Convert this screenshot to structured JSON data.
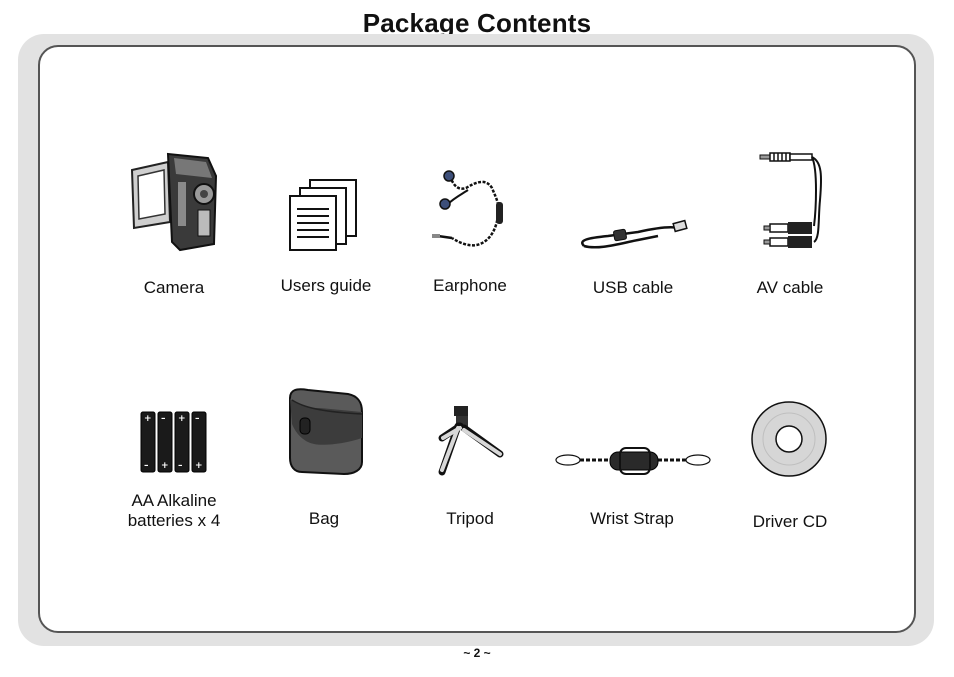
{
  "header": {
    "title": "Package Contents"
  },
  "items": [
    {
      "label": "Camera",
      "icon": "camera-icon"
    },
    {
      "label": "Users guide",
      "icon": "users-guide-icon"
    },
    {
      "label": "Earphone",
      "icon": "earphone-icon"
    },
    {
      "label": "USB cable",
      "icon": "usb-cable-icon"
    },
    {
      "label": "AV cable",
      "icon": "av-cable-icon"
    },
    {
      "label": "AA  Alkaline batteries x 4",
      "icon": "batteries-icon"
    },
    {
      "label": "Bag",
      "icon": "bag-icon"
    },
    {
      "label": "Tripod",
      "icon": "tripod-icon"
    },
    {
      "label": "Wrist Strap",
      "icon": "wrist-strap-icon"
    },
    {
      "label": "Driver CD",
      "icon": "driver-cd-icon"
    }
  ],
  "footer": {
    "page_number": "~ 2 ~"
  }
}
